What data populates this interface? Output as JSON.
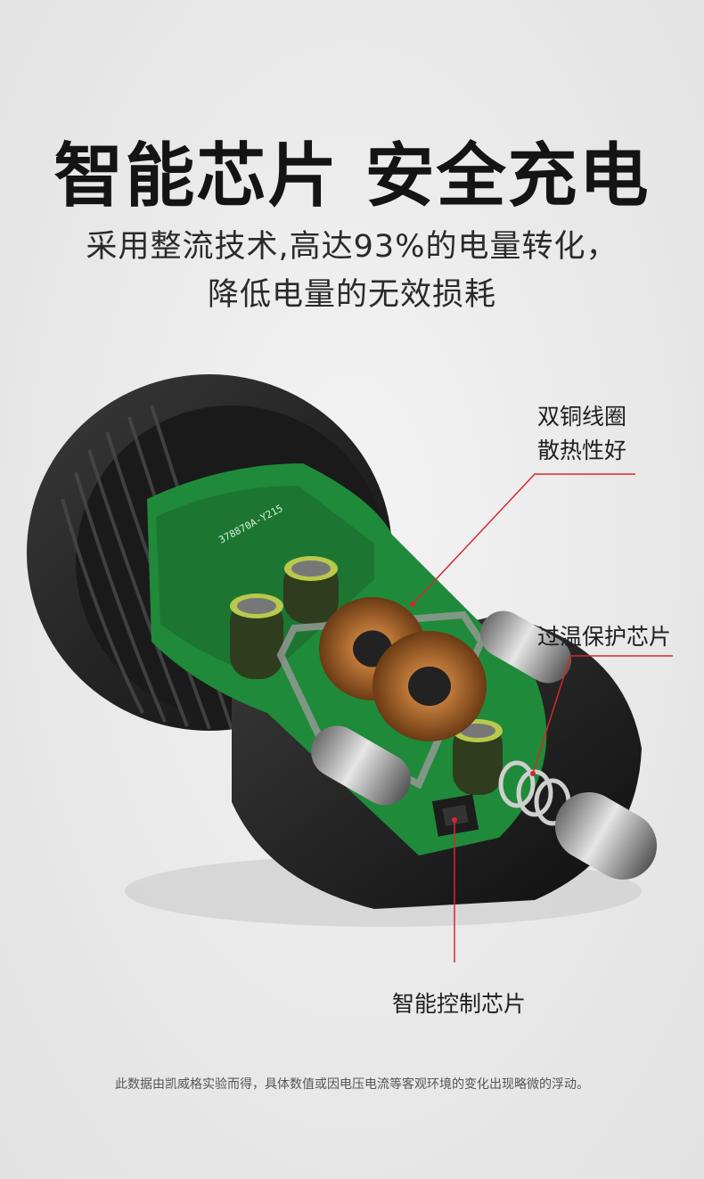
{
  "headline": "智能芯片 安全充电",
  "subheadline": {
    "line1": "采用整流技术,高达93%的电量转化，",
    "line2": "降低电量的无效损耗"
  },
  "callouts": {
    "coil": {
      "line1": "双铜线圈",
      "line2": "散热性好"
    },
    "thermal": "过温保护芯片",
    "control": "智能控制芯片"
  },
  "pcb_marking": "378870A-Y215",
  "disclaimer": "此数据由凯威格实验而得，具体数值或因电压电流等客观环境的变化出现略微的浮动。",
  "colors": {
    "headline": "#141414",
    "callout_line": "#d8272b",
    "pcb_green": "#1f8a3a",
    "casing": "#1c1c1c"
  }
}
